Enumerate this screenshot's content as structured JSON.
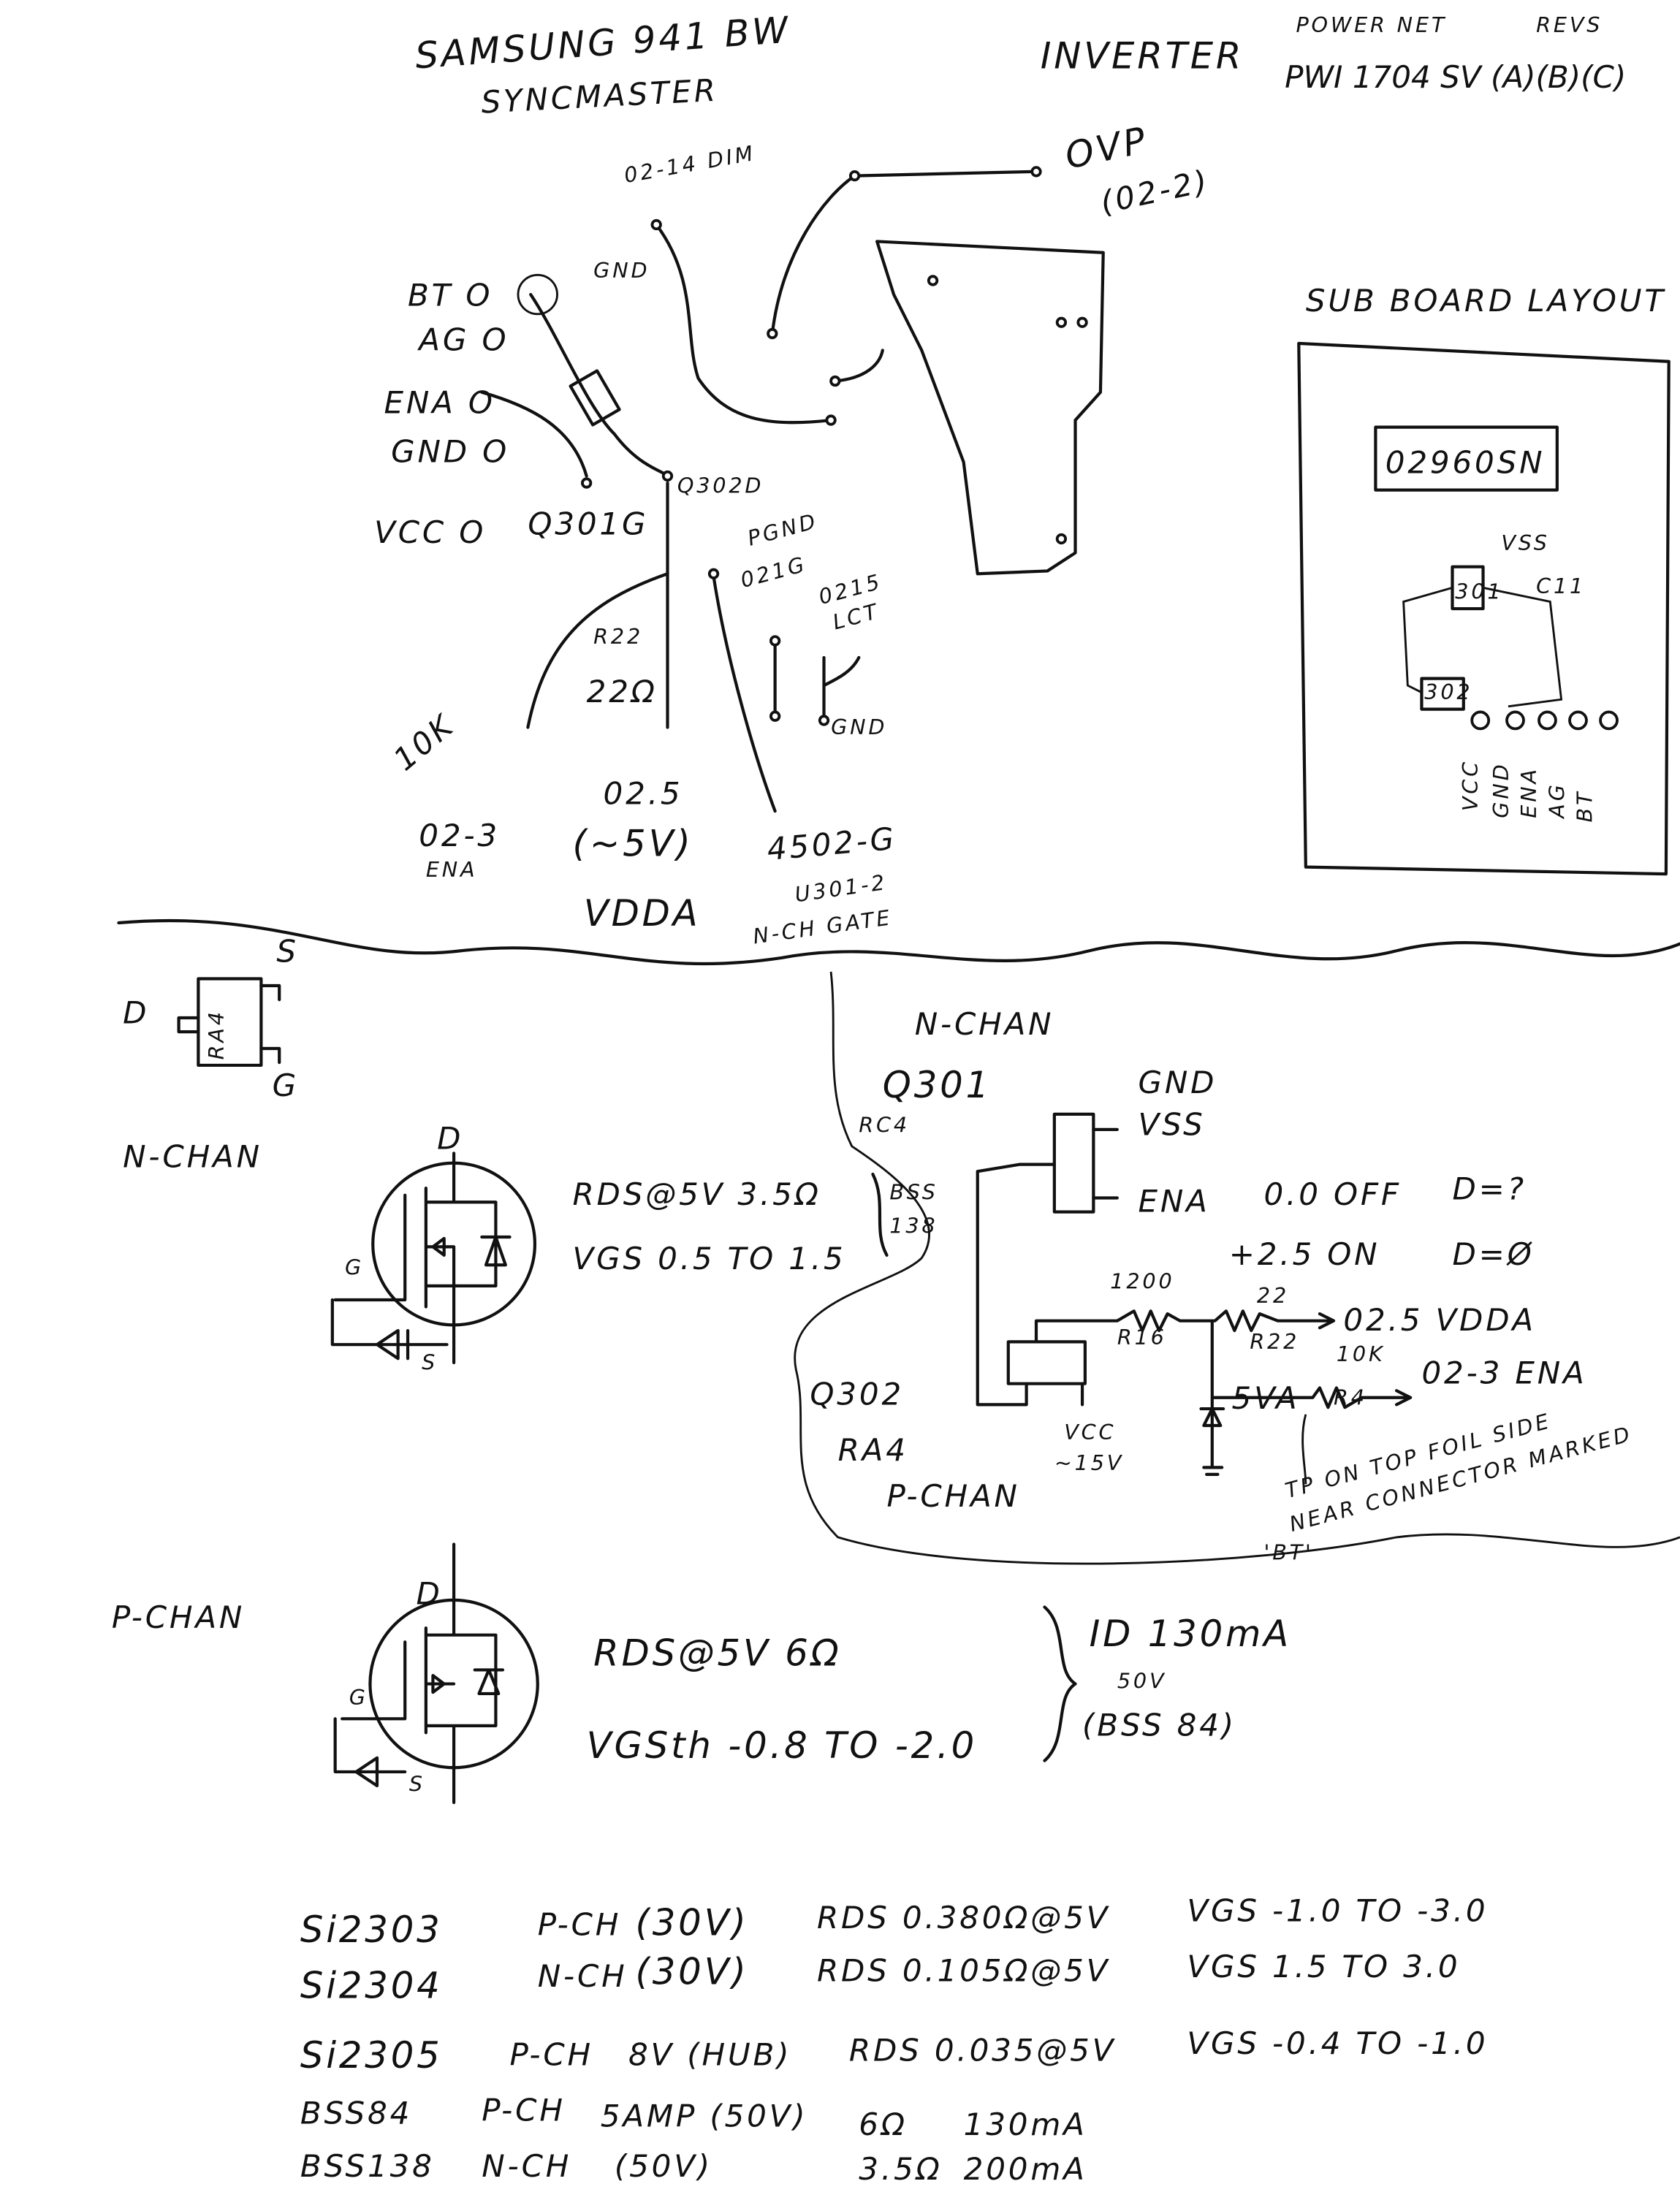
{
  "header": {
    "title": "SAMSUNG 941 BW",
    "subtitle": "SYNCMASTER",
    "board": "INVERTER",
    "maker": "POWER NET",
    "revs_label": "REVS",
    "part": "PWI 1704 SV (A)(B)(C)"
  },
  "top_sketch": {
    "dim": "02-14 DIM",
    "ovp": "OVP",
    "ovp_pin": "(02-2)",
    "bt": "BT O",
    "ag": "AG O",
    "gnd_top": "GND",
    "ena": "ENA O",
    "gnd": "GND O",
    "vcc": "VCC O",
    "q301g": "Q301G",
    "q302d": "Q302D",
    "pgnd": "PGND",
    "pgnd_pin": "021G",
    "pin_0215": "0215",
    "lct": "LCT",
    "r22": "R22",
    "r22_val": "22Ω",
    "gnd_right": "GND",
    "r10k": "10K",
    "ena_pin": "02-3",
    "ena_pin_label": "ENA",
    "vdda_pin": "02.5",
    "vdda_v": "(~5V)",
    "vdda": "VDDA",
    "gate_pin": "4502-G",
    "gate_ref": "U301-2",
    "gate_label": "N-CH GATE"
  },
  "sub_board": {
    "title": "SUB BOARD LAYOUT",
    "chip": "02960SN",
    "vss": "VSS",
    "c11": "C11",
    "q301": "301",
    "q302": "302",
    "pins": [
      "VCC",
      "GND",
      "ENA",
      "AG",
      "BT"
    ]
  },
  "package": {
    "d": "D",
    "marking": "RA4",
    "s": "S",
    "g": "G"
  },
  "nchan": {
    "label": "N-CHAN",
    "d": "D",
    "g": "G",
    "s": "S",
    "rds": "RDS@5V 3.5Ω",
    "vgs": "VGS 0.5 TO 1.5",
    "part1": "BSS",
    "part2": "138"
  },
  "circuit": {
    "nchan": "N-CHAN",
    "q301": "Q301",
    "rc4": "RC4",
    "gnd": "GND",
    "vss": "VSS",
    "ena": "ENA",
    "off": "0.0 OFF",
    "off_d": "D=?",
    "on": "+2.5 ON",
    "on_d": "D=Ø",
    "r16_val": "1200",
    "r16": "R16",
    "r22_val": "22",
    "r22": "R22",
    "vdda_out": "02.5 VDDA",
    "r4_val": "10K",
    "r4": "R4",
    "ena_out": "02-3 ENA",
    "zener": "5VA",
    "vcc": "VCC",
    "vcc_v": "~15V",
    "q302": "Q302",
    "q302_mark": "RA4",
    "pchan": "P-CHAN",
    "tp1": "TP ON TOP FOIL SIDE",
    "tp2": "NEAR CONNECTOR MARKED",
    "tp3": "'BT'"
  },
  "pchan": {
    "label": "P-CHAN",
    "d": "D",
    "g": "G",
    "s": "S",
    "rds": "RDS@5V 6Ω",
    "vgs": "VGSth -0.8 TO -2.0",
    "id": "ID 130mA",
    "v": "50V",
    "part": "(BSS 84)"
  },
  "parts_table": [
    {
      "part": "Si2303",
      "type": "P-CH",
      "v": "(30V)",
      "rds": "RDS 0.380Ω@5V",
      "vgs": "VGS -1.0 TO -3.0"
    },
    {
      "part": "Si2304",
      "type": "N-CH",
      "v": "(30V)",
      "rds": "RDS 0.105Ω@5V",
      "vgs": "VGS 1.5 TO 3.0"
    },
    {
      "part": "Si2305",
      "type": "P-CH",
      "v": "8V (HUB)",
      "rds": "RDS 0.035@5V",
      "vgs": "VGS -0.4 TO -1.0"
    },
    {
      "part": "BSS84",
      "type": "P-CH",
      "v": "5AMP (50V)",
      "rds": "6Ω",
      "vgs": "130mA"
    },
    {
      "part": "BSS138",
      "type": "N-CH",
      "v": "(50V)",
      "rds": "3.5Ω",
      "vgs": "200mA"
    }
  ]
}
